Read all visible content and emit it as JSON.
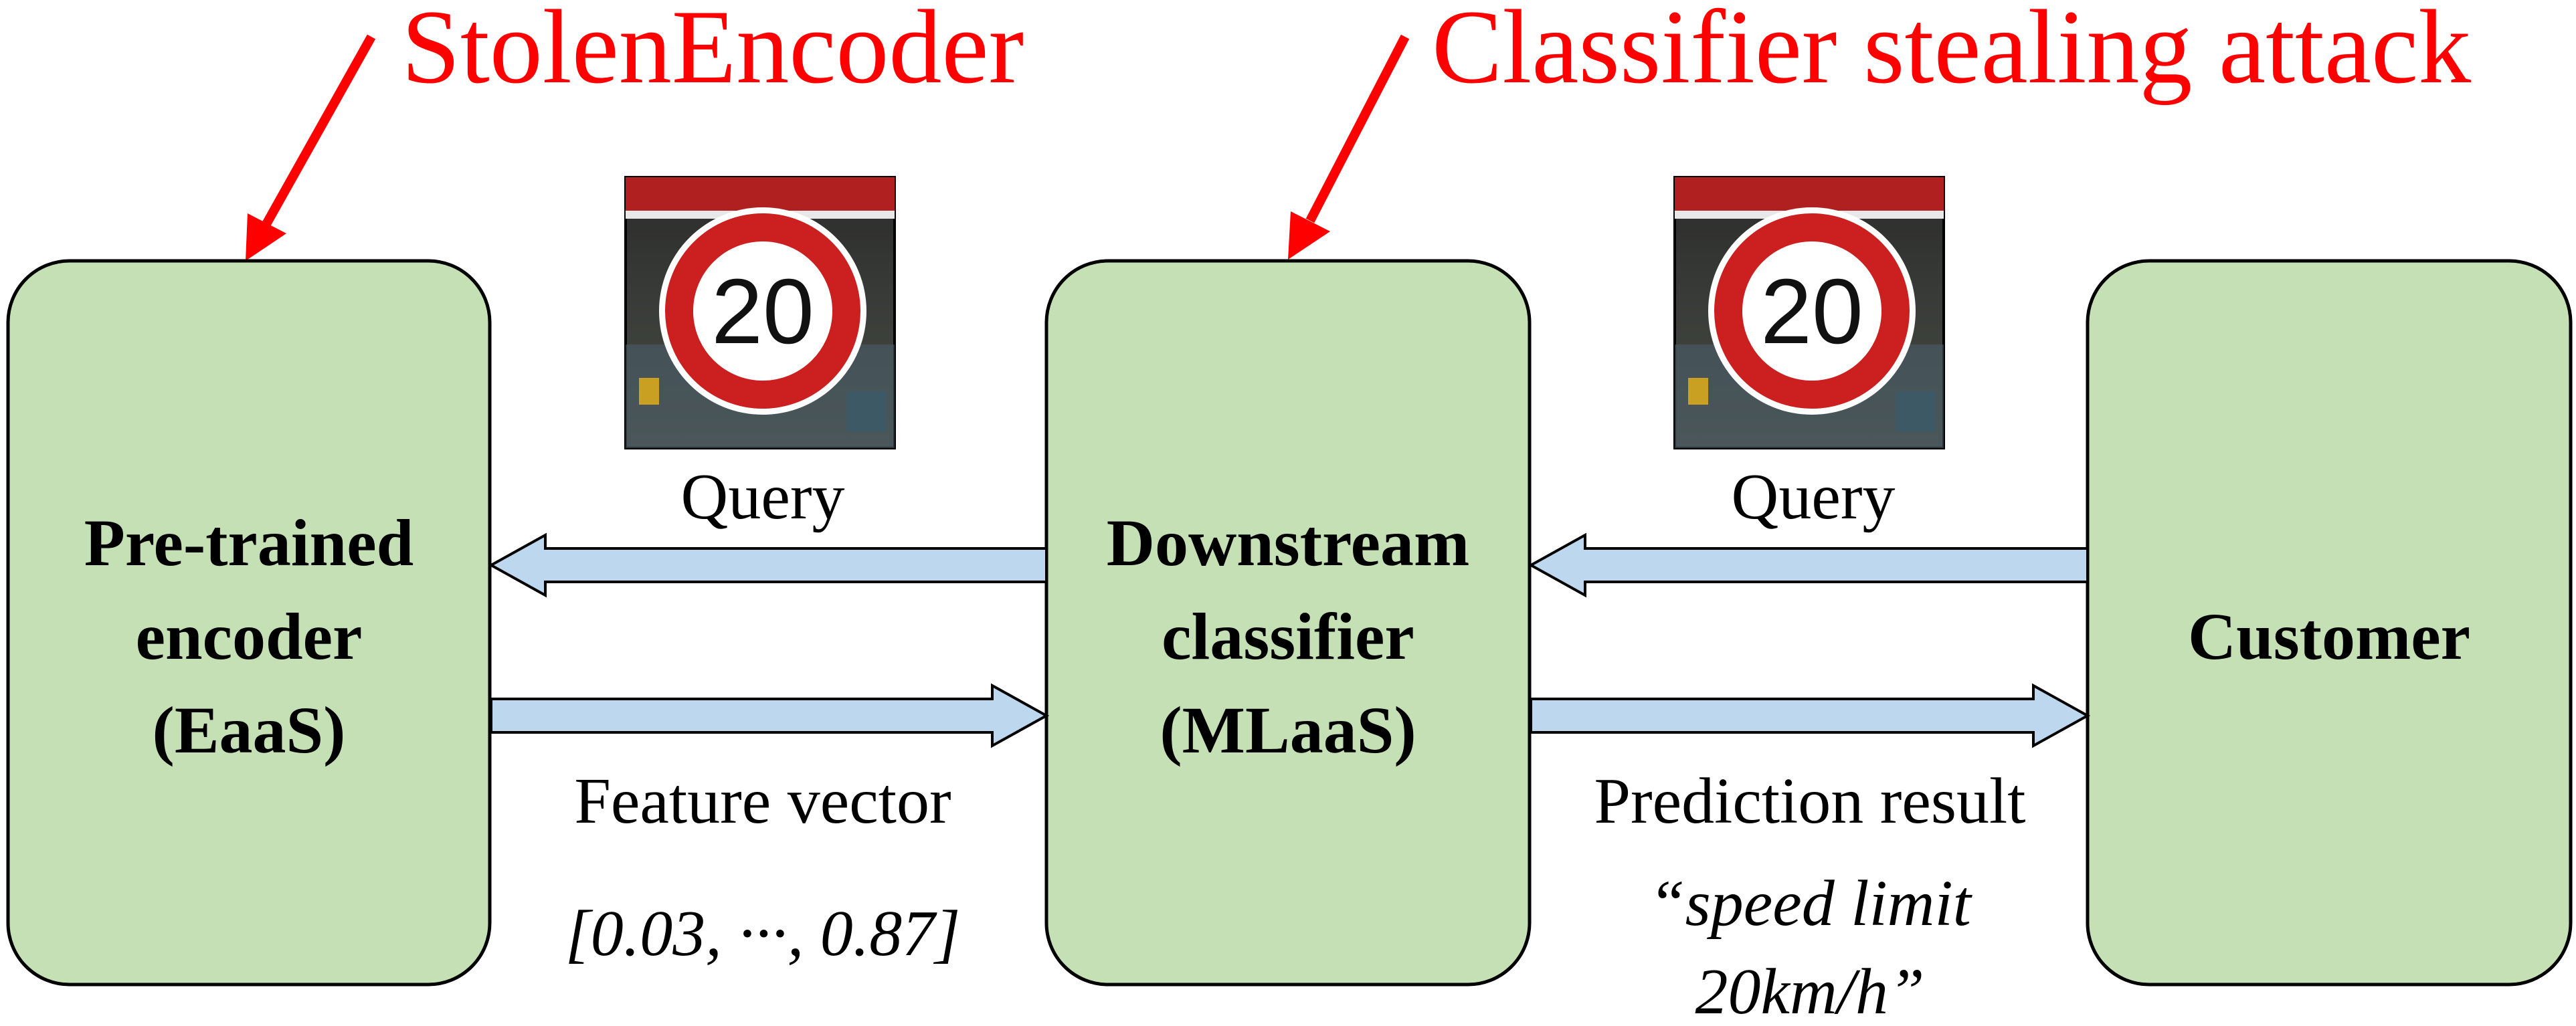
{
  "colors": {
    "box_fill": "#c5e0b4",
    "box_stroke": "#000000",
    "arrow_fill": "#bdd7ee",
    "arrow_stroke": "#000000",
    "callout": "#ff0000"
  },
  "callouts": {
    "left": "StolenEncoder",
    "right": "Classifier stealing attack"
  },
  "boxes": {
    "encoder": {
      "lines": [
        "Pre-trained",
        "encoder",
        "(EaaS)"
      ]
    },
    "classifier": {
      "lines": [
        "Downstream",
        "classifier",
        "(MLaaS)"
      ]
    },
    "customer": {
      "lines": [
        "Customer"
      ]
    }
  },
  "labels": {
    "query_left": "Query",
    "query_right": "Query",
    "feature": "Feature vector",
    "feature_value": "[0.03, ···, 0.87]",
    "prediction": "Prediction result",
    "prediction_value_line1": "“speed limit",
    "prediction_value_line2": "20km/h”"
  },
  "images": {
    "query_left": {
      "icon": "speed-limit-sign-image",
      "sign_text": "20"
    },
    "query_right": {
      "icon": "speed-limit-sign-image",
      "sign_text": "20"
    }
  }
}
